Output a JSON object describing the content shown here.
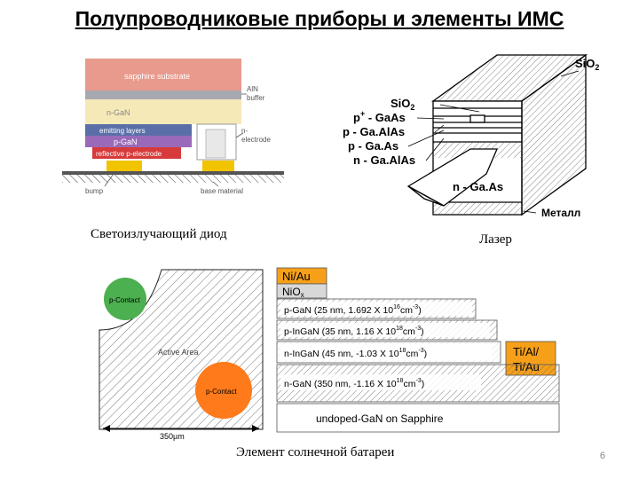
{
  "page": {
    "title": "Полупроводниковые приборы и элементы ИМС",
    "page_number": "6"
  },
  "led": {
    "caption": "Светоизлучающий диод",
    "labels": {
      "sapphire": "sapphire substrate",
      "aln": "AlN",
      "aln2": "buffer",
      "ngan": "n-GaN",
      "emitting": "emitting layers",
      "pgan": "p-GaN",
      "reflective": "reflective p-electrode",
      "nelectrode1": "n-",
      "nelectrode2": "electrode",
      "bump": "bump",
      "base": "base material"
    },
    "colors": {
      "sapphire": "#e89a8c",
      "aln": "#a8a8b0",
      "ngan": "#f6e9b8",
      "emitting": "#5a6fa8",
      "pgan": "#9a6ab8",
      "reflective": "#d63a3a",
      "bump": "#f2c400"
    }
  },
  "laser": {
    "caption": "Лазер",
    "labels": {
      "sio2_top": "SiO",
      "sio2_top_sub": "2",
      "sio2": "SiO",
      "sio2_sub": "2",
      "p_plus_pre": "p",
      "p_plus_sup": "+",
      "p_plus_rest": " - GaAs",
      "p_gaalas": "p - Ga.AlAs",
      "p_gaas": "p - Ga.As",
      "n_gaalas": "n - Ga.AlAs",
      "n_gaas": "n - Ga.As",
      "metal": "Металл"
    }
  },
  "solar": {
    "caption": "Элемент солнечной батареи",
    "left": {
      "pcontact_top": "p-Contact",
      "active_area": "Active Area",
      "pcontact_bottom": "p-Contact",
      "scale": "350µm",
      "contact_color": "#ff7a1a",
      "top_contact_color": "#4caf50"
    },
    "layers": {
      "niau": "Ni/Au",
      "niox": "NiO",
      "niox_sub": "x",
      "pgan_pre": "p-GaN (25 nm, 1.692 X 10",
      "pgan_exp": "16",
      "pgan_unit": "cm",
      "pgan_unit_exp": "-3",
      "pgan_post": ")",
      "pingan_pre": "p-InGaN (35 nm, 1.16 X 10",
      "pingan_exp": "18",
      "pingan_unit": "cm",
      "pingan_unit_exp": "-3",
      "pingan_post": ")",
      "ningan_pre": "n-InGaN (45 nm, -1.03 X 10",
      "ningan_exp": "18",
      "ningan_unit": "cm",
      "ningan_unit_exp": "-3",
      "ningan_post": ")",
      "ngan_pre": "n-GaN (350 nm, -1.16 X 10",
      "ngan_exp": "18",
      "ngan_unit": "cm",
      "ngan_unit_exp": "-3",
      "ngan_post": ")",
      "undoped": "undoped-GaN on Sapphire",
      "tial1": "Ti/Al/",
      "tial2": "Ti/Au",
      "niau_color": "#f6a01a",
      "tial_color": "#f6a01a"
    }
  }
}
